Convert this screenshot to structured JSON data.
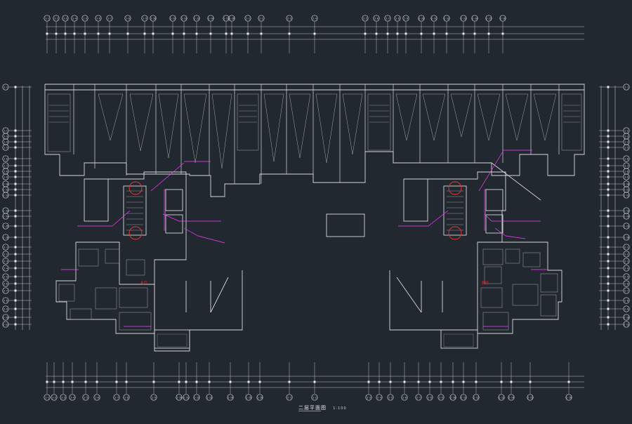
{
  "drawing": {
    "title": "二层平面图",
    "scale": "1:100",
    "unit_labels": [
      "A户",
      "B户"
    ],
    "colors": {
      "background": "#212830",
      "walls": "#d8d8d8",
      "dims": "#bfbfbf",
      "annotation": "#ff3bff",
      "unit_label": "#ff2020",
      "caption_underline": "#2ecc40"
    },
    "axis_top": [
      "1-1",
      "1-2",
      "1-3",
      "1-4",
      "1-5",
      "1-6",
      "1-7",
      "1-8",
      "1-9",
      "1-10",
      "1-11",
      "1-12",
      "1-13",
      "1-14",
      "1-15",
      "1-16",
      "2-1",
      "2-2",
      "2-3",
      "2-4",
      "2-5",
      "2-6",
      "2-7",
      "2-8",
      "2-9",
      "2-10",
      "2-11",
      "2-12",
      "2-13",
      "2-14",
      "2-15",
      "2-16"
    ]
  }
}
